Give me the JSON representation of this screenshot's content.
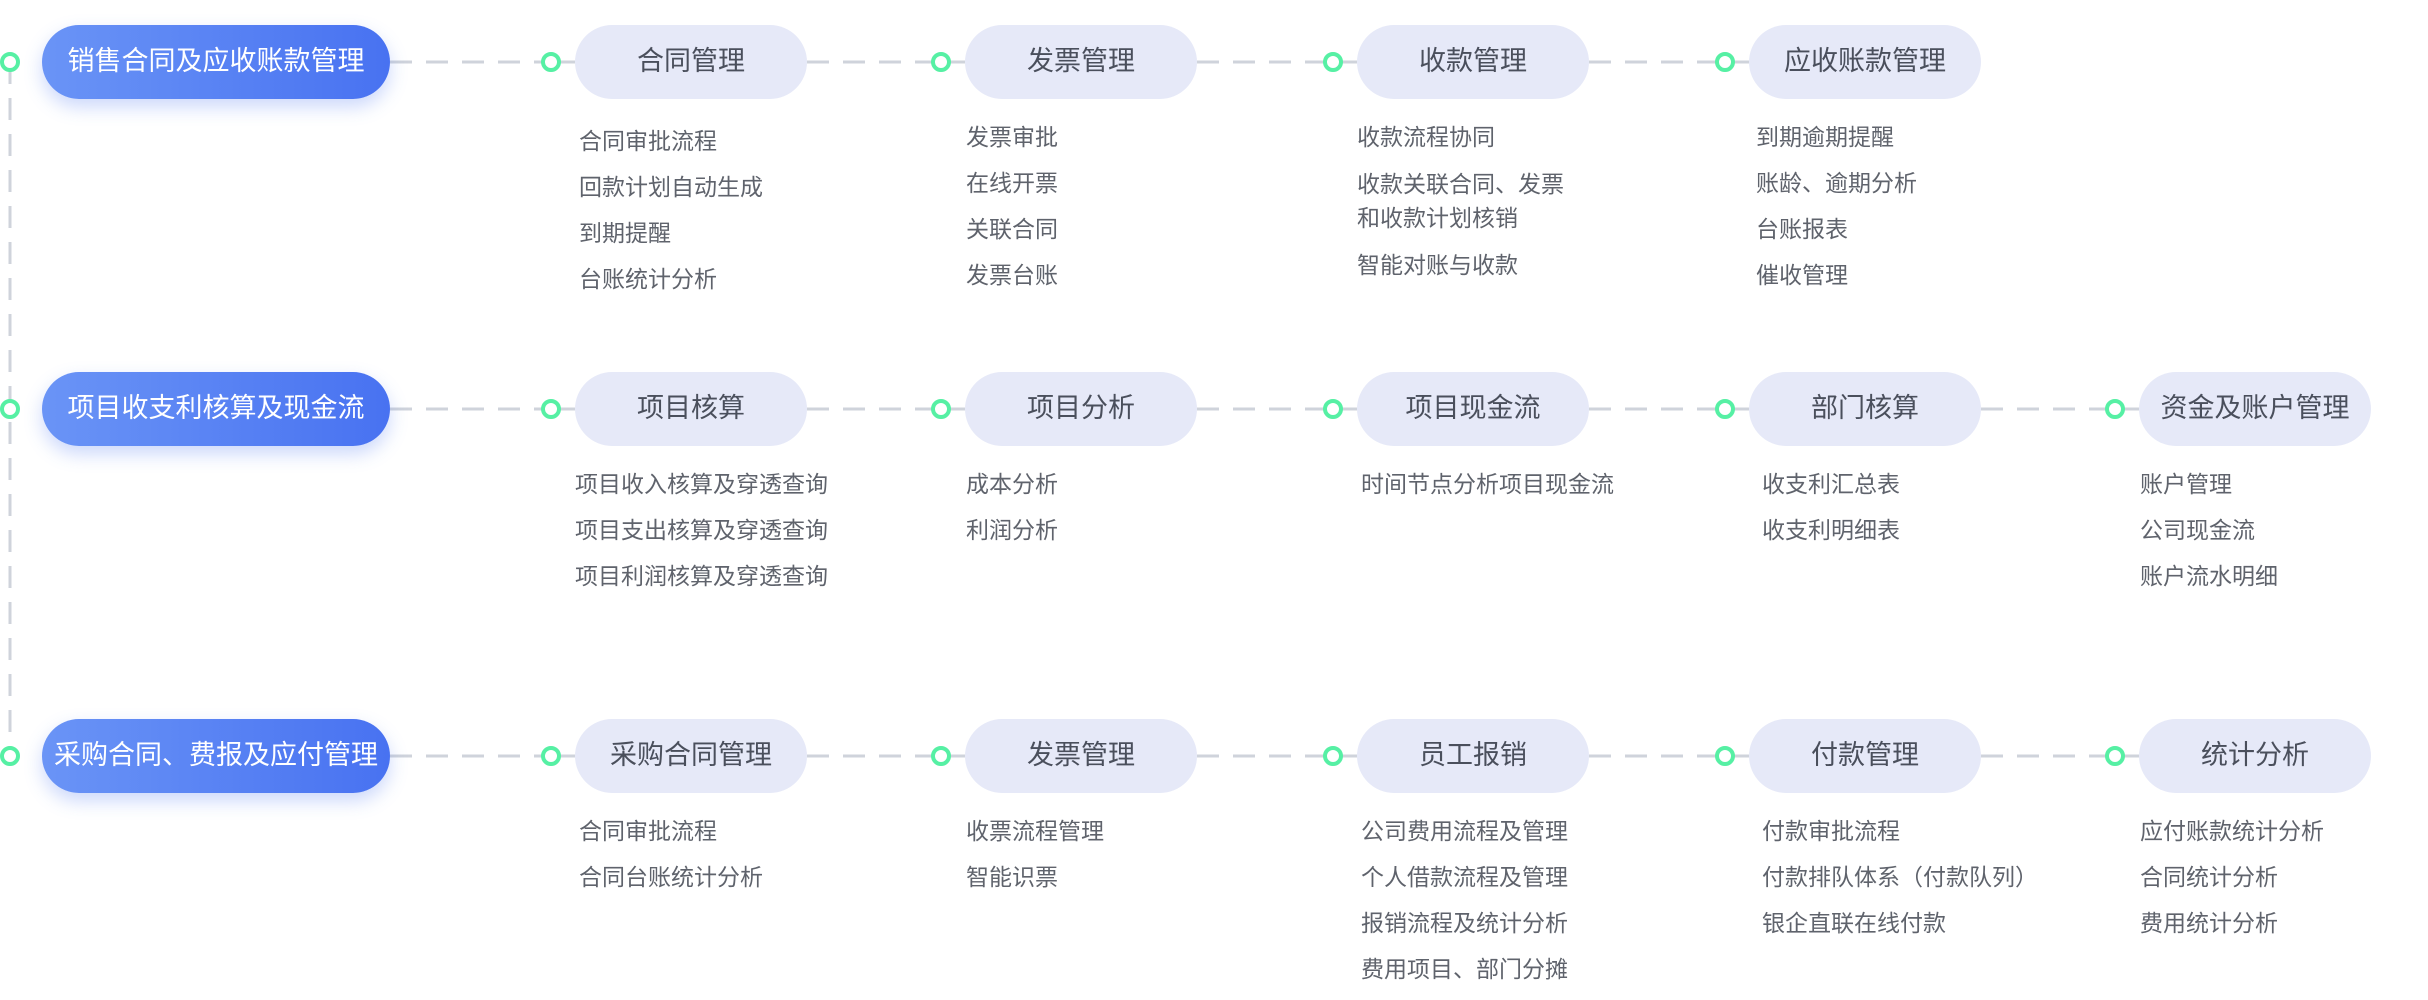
{
  "rows": [
    {
      "title": "销售合同及应收账款管理",
      "modules": [
        {
          "title": "合同管理",
          "items": [
            "合同审批流程",
            "回款计划自动生成",
            "到期提醒",
            "台账统计分析"
          ]
        },
        {
          "title": "发票管理",
          "items": [
            "发票审批",
            "在线开票",
            "关联合同",
            "发票台账"
          ]
        },
        {
          "title": "收款管理",
          "items": [
            "收款流程协同",
            "收款关联合同、发票\n和收款计划核销",
            "智能对账与收款"
          ]
        },
        {
          "title": "应收账款管理",
          "items": [
            "到期逾期提醒",
            "账龄、逾期分析",
            "台账报表",
            "催收管理"
          ]
        }
      ]
    },
    {
      "title": "项目收支利核算及现金流",
      "modules": [
        {
          "title": "项目核算",
          "items": [
            "项目收入核算及穿透查询",
            "项目支出核算及穿透查询",
            "项目利润核算及穿透查询"
          ]
        },
        {
          "title": "项目分析",
          "items": [
            "成本分析",
            "利润分析"
          ]
        },
        {
          "title": "项目现金流",
          "items": [
            "时间节点分析项目现金流"
          ]
        },
        {
          "title": "部门核算",
          "items": [
            "收支利汇总表",
            "收支利明细表"
          ]
        },
        {
          "title": "资金及账户管理",
          "items": [
            "账户管理",
            "公司现金流",
            "账户流水明细"
          ]
        }
      ]
    },
    {
      "title": "采购合同、费报及应付管理",
      "modules": [
        {
          "title": "采购合同管理",
          "items": [
            "合同审批流程",
            "合同台账统计分析"
          ]
        },
        {
          "title": "发票管理",
          "items": [
            "收票流程管理",
            "智能识票"
          ]
        },
        {
          "title": "员工报销",
          "items": [
            "公司费用流程及管理",
            "个人借款流程及管理",
            "报销流程及统计分析",
            "费用项目、部门分摊"
          ]
        },
        {
          "title": "付款管理",
          "items": [
            "付款审批流程",
            "付款排队体系（付款队列）",
            "银企直联在线付款"
          ]
        },
        {
          "title": "统计分析",
          "items": [
            "应付账款统计分析",
            "合同统计分析",
            "费用统计分析"
          ]
        }
      ]
    }
  ]
}
